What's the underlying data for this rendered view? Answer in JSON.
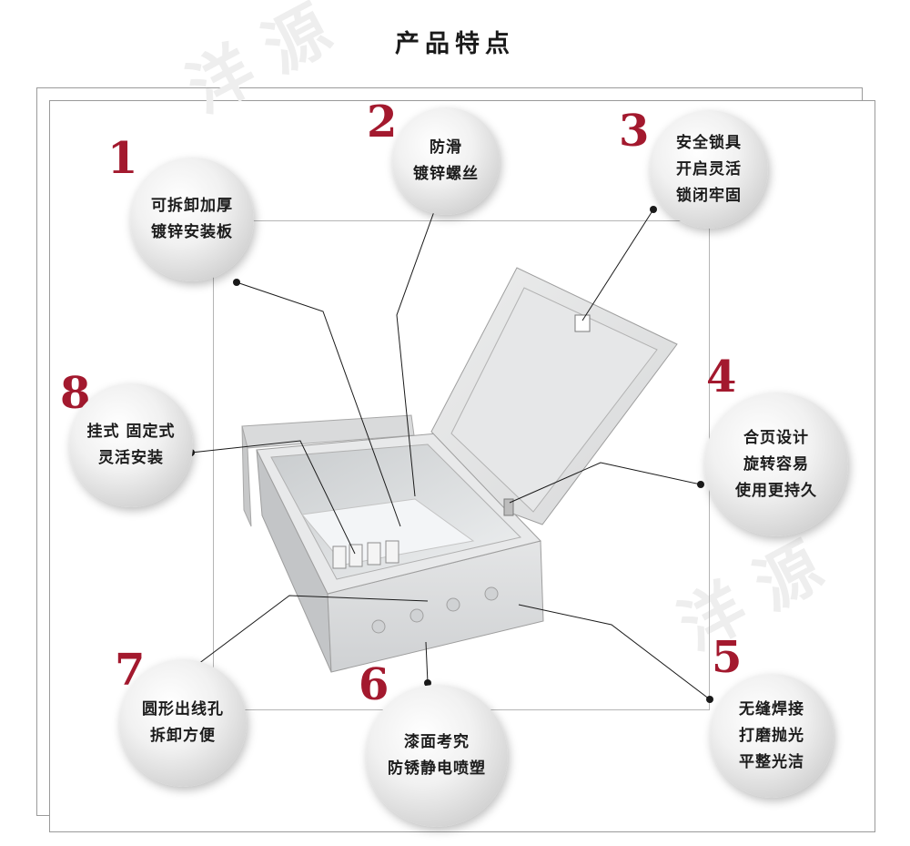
{
  "title": "产品特点",
  "features": [
    {
      "num": "1",
      "lines": [
        "可拆卸加厚",
        "镀锌安装板"
      ]
    },
    {
      "num": "2",
      "lines": [
        "防滑",
        "镀锌螺丝"
      ]
    },
    {
      "num": "3",
      "lines": [
        "安全锁具",
        "开启灵活",
        "锁闭牢固"
      ]
    },
    {
      "num": "4",
      "lines": [
        "合页设计",
        "旋转容易",
        "使用更持久"
      ]
    },
    {
      "num": "5",
      "lines": [
        "无缝焊接",
        "打磨抛光",
        "平整光洁"
      ]
    },
    {
      "num": "6",
      "lines": [
        "漆面考究",
        "防锈静电喷塑"
      ]
    },
    {
      "num": "7",
      "lines": [
        "圆形出线孔",
        "拆卸方便"
      ]
    },
    {
      "num": "8",
      "lines": [
        "挂式 固定式",
        "灵活安装"
      ]
    }
  ],
  "colors": {
    "accent": "#a3192e",
    "frame": "#9a9a9a"
  }
}
